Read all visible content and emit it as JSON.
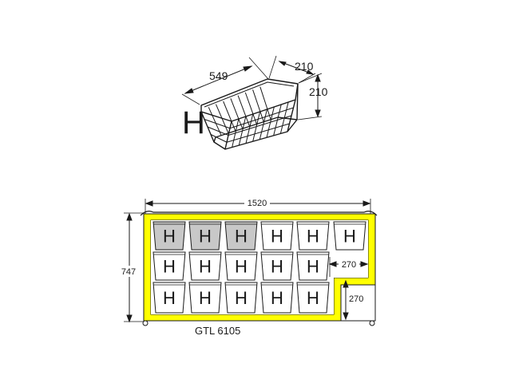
{
  "basket": {
    "label": "H",
    "length": "549",
    "width": "210",
    "height": "210"
  },
  "freezer": {
    "model": "GTL 6105",
    "width": "1520",
    "height": "747",
    "compressor_width": "270",
    "compressor_height": "270",
    "frame_color": "#ffff00",
    "basket_shaded_color": "#c8c8c8",
    "baskets": [
      {
        "label": "H",
        "shaded": true
      },
      {
        "label": "H",
        "shaded": true
      },
      {
        "label": "H",
        "shaded": true
      },
      {
        "label": "H",
        "shaded": false
      },
      {
        "label": "H",
        "shaded": false
      },
      {
        "label": "H",
        "shaded": false
      },
      {
        "label": "H",
        "shaded": false
      },
      {
        "label": "H",
        "shaded": false
      },
      {
        "label": "H",
        "shaded": false
      },
      {
        "label": "H",
        "shaded": false
      },
      {
        "label": "H",
        "shaded": false
      },
      {
        "label": "H",
        "shaded": false
      },
      {
        "label": "H",
        "shaded": false
      },
      {
        "label": "H",
        "shaded": false
      },
      {
        "label": "H",
        "shaded": false
      },
      {
        "label": "H",
        "shaded": false
      }
    ]
  }
}
